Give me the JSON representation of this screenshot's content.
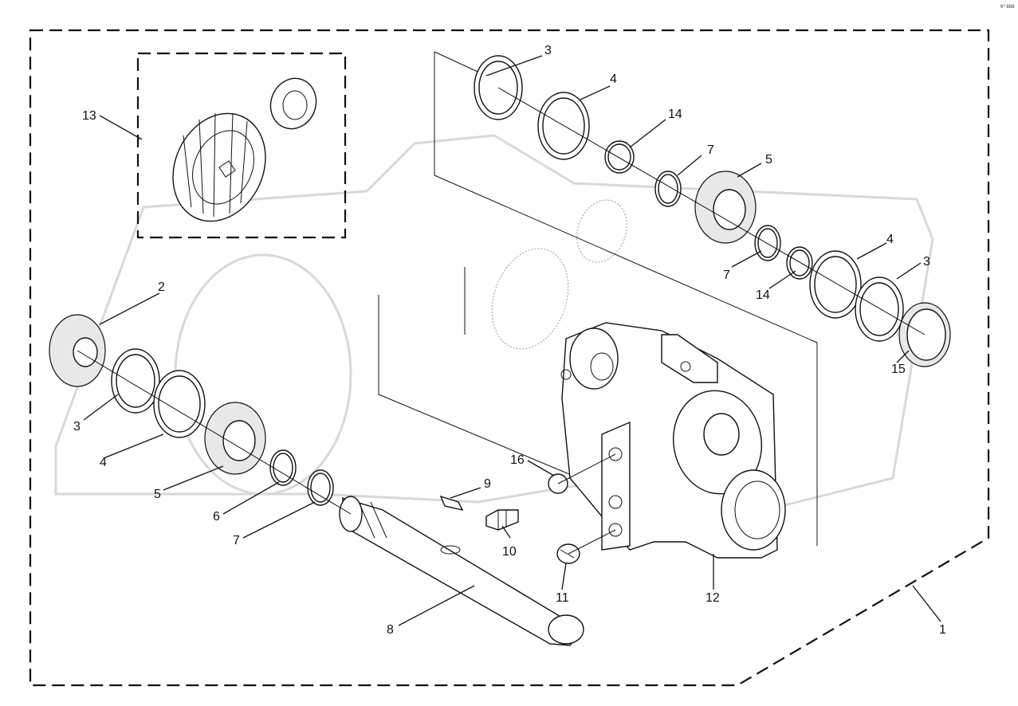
{
  "page_ref": "6⁰ 888",
  "callouts": {
    "c1": "1",
    "c2": "2",
    "c3a": "3",
    "c3b": "3",
    "c3c": "3",
    "c4a": "4",
    "c4b": "4",
    "c4c": "4",
    "c5a": "5",
    "c5b": "5",
    "c6": "6",
    "c7a": "7",
    "c7b": "7",
    "c7c": "7",
    "c8": "8",
    "c9": "9",
    "c10": "10",
    "c11": "11",
    "c12": "12",
    "c13": "13",
    "c14a": "14",
    "c14b": "14",
    "c15": "15",
    "c16": "16"
  },
  "colors": {
    "line": "#111111",
    "watermark": "#d8d8d8",
    "background": "#ffffff"
  }
}
